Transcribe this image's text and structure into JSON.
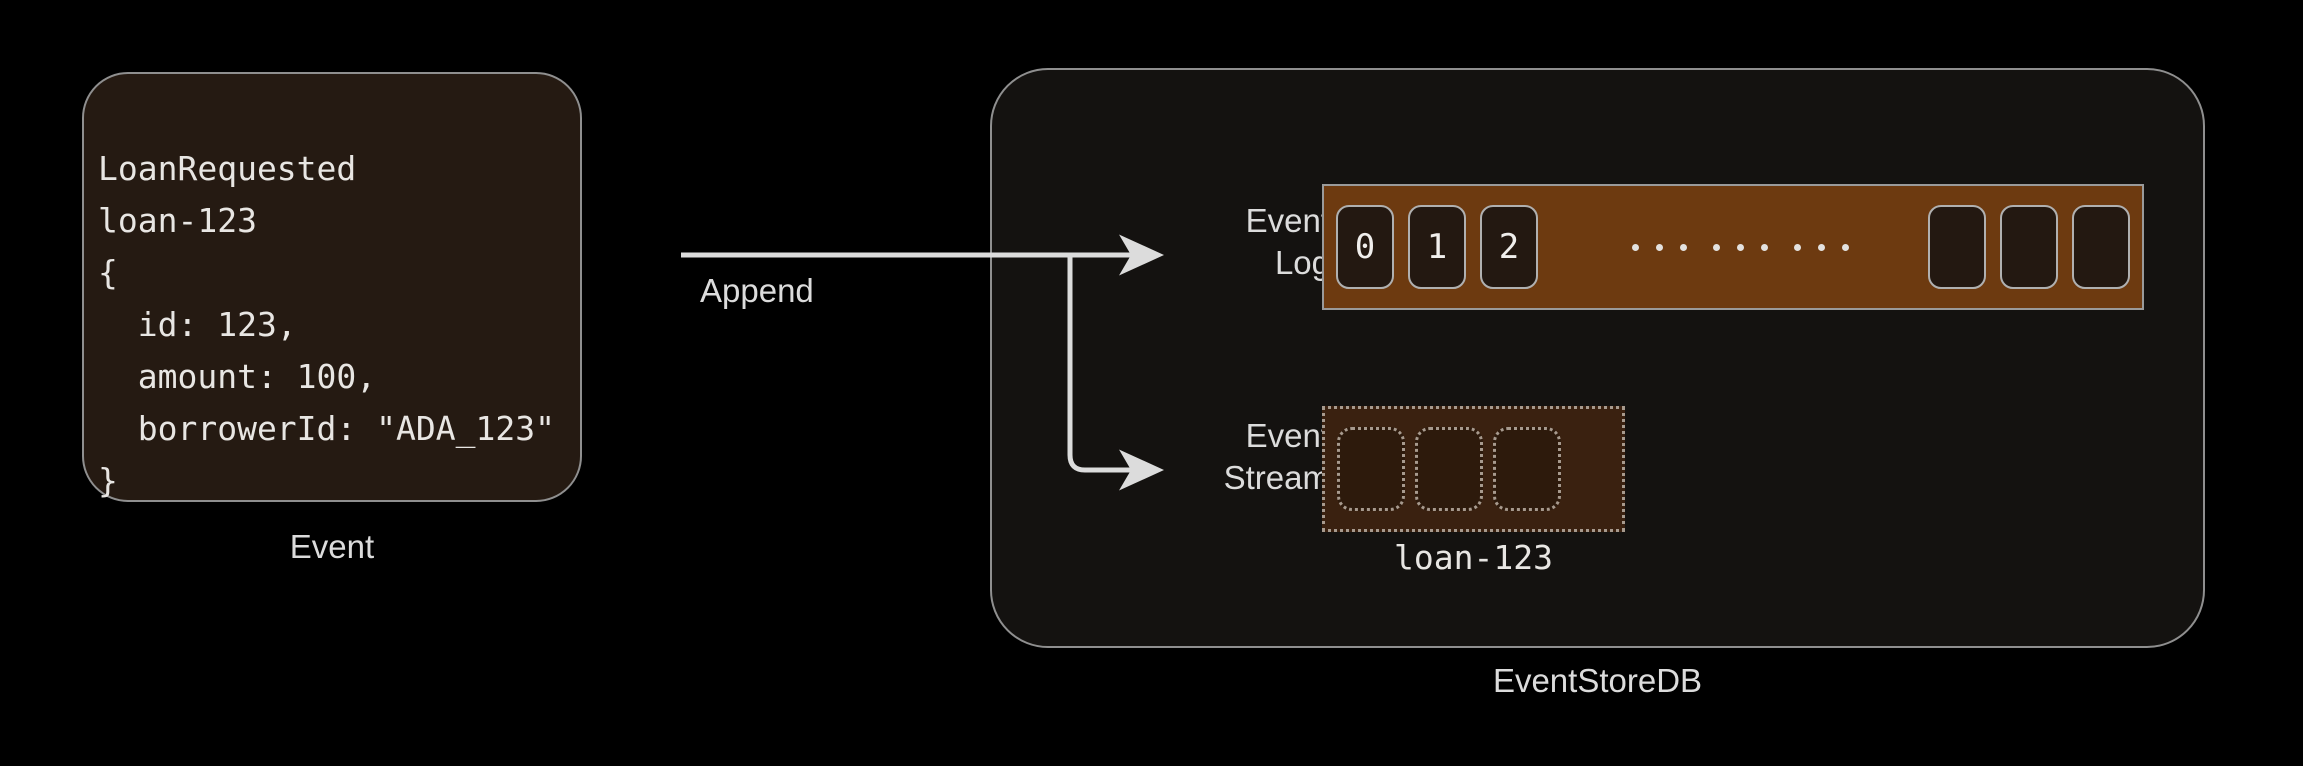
{
  "diagram": {
    "title": "EventStoreDB Append",
    "background_color": "#000000"
  },
  "event_card": {
    "caption": "Event",
    "code": "LoanRequested\nloan-123\n{\n  id: 123,\n  amount: 100,\n  borrowerId: \"ADA_123\"\n}",
    "lines": [
      "LoanRequested",
      "loan-123",
      "{",
      "  id: 123,",
      "  amount: 100,",
      "  borrowerId: \"ADA_123\"",
      "}"
    ],
    "fill_color": "#251a12",
    "border_color": "#8f8f8f"
  },
  "arrow": {
    "label": "Append",
    "color": "#dcdcdc",
    "branches": [
      "event-log",
      "event-stream"
    ]
  },
  "eventstore": {
    "caption": "EventStoreDB",
    "fill_color": "#141210",
    "border_color": "#8f8f8f",
    "event_log": {
      "label_line1": "Event",
      "label_line2": "Log",
      "bar_color": "#6d3a10",
      "cells": [
        "0",
        "1",
        "2"
      ],
      "ellipsis_groups": 3,
      "ellipsis_dots_per_group": 3,
      "trailing_empty_cells": 3
    },
    "event_stream": {
      "label_line1": "Event",
      "label_line2": "Stream",
      "bar_color": "#3a2110",
      "cell_color": "#2d1a0c",
      "border_style": "dotted",
      "cells": [
        "",
        "",
        ""
      ],
      "caption": "loan-123"
    }
  }
}
